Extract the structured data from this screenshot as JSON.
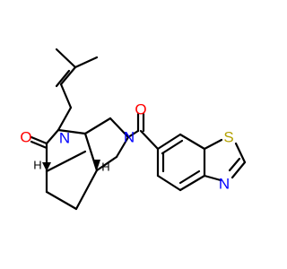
{
  "molecule": {
    "atoms": {
      "o_ketone": "O",
      "n_lactam": "N",
      "n_amide": "N",
      "o_amide": "O",
      "s": "S",
      "n_thiazole": "N",
      "h_left": "H",
      "h_right": "H"
    },
    "colors": {
      "bond": "#000000",
      "oxygen": "#ff0000",
      "nitrogen": "#0000ff",
      "sulfur": "#b3a100"
    }
  }
}
